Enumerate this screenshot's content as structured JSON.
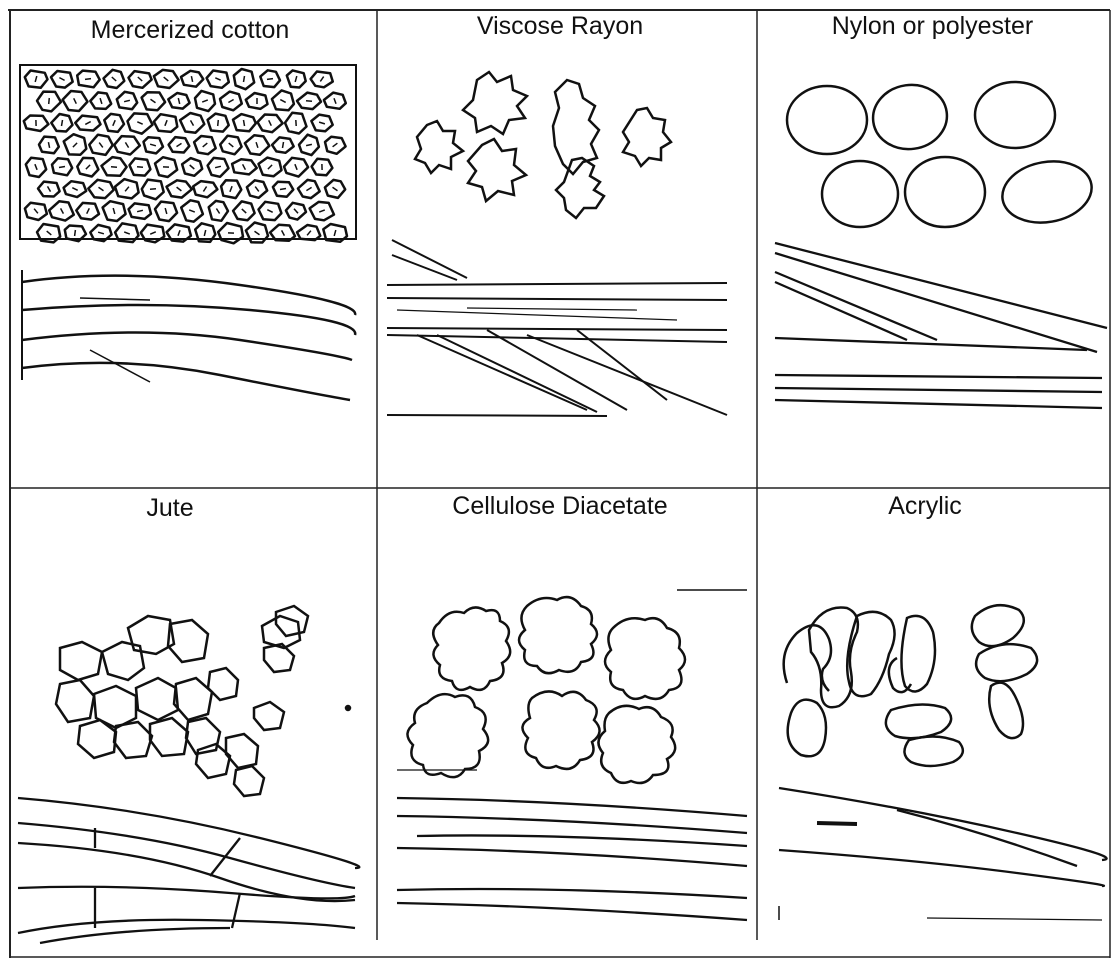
{
  "figure": {
    "panels": [
      {
        "id": "mercerized-cotton",
        "label": "Mercerized cotton"
      },
      {
        "id": "viscose-rayon",
        "label": "Viscose Rayon"
      },
      {
        "id": "nylon-polyester",
        "label": "Nylon or polyester"
      },
      {
        "id": "jute",
        "label": "Jute"
      },
      {
        "id": "cellulose-diacetate",
        "label": "Cellulose Diacetate"
      },
      {
        "id": "acrylic",
        "label": "Acrylic"
      }
    ]
  }
}
